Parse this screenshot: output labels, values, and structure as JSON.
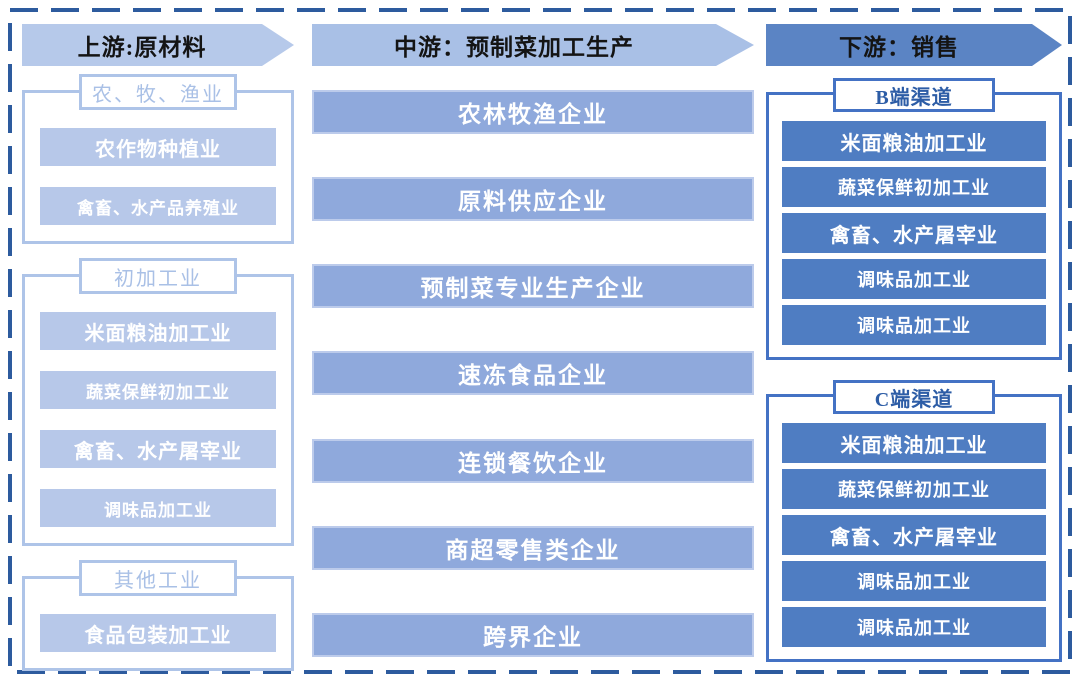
{
  "palette": {
    "outer_dash_border": "#2d5b9e",
    "upstream_header_fill": "#b6c9ea",
    "upstream_item_fill": "#b7c8e9",
    "upstream_box_border": "#aec4e8",
    "upstream_title_text": "#a9c0e6",
    "midstream_header_fill": "#a9c0e6",
    "midstream_item_fill": "#8fa9dc",
    "midstream_item_border": "#bccbeb",
    "downstream_header_fill": "#5b84c4",
    "downstream_item_fill": "#4f7dc2",
    "downstream_box_border": "#4472c4",
    "downstream_title_text": "#2d5da6",
    "header_text": "#141414",
    "item_text": "#ffffff"
  },
  "columns": {
    "upstream": {
      "header": "上游:原材料",
      "groups": [
        {
          "title": "农、牧、渔业",
          "items": [
            "农作物种植业",
            "禽畜、水产品养殖业"
          ]
        },
        {
          "title": "初加工业",
          "items": [
            "米面粮油加工业",
            "蔬菜保鲜初加工业",
            "禽畜、水产屠宰业",
            "调味品加工业"
          ]
        },
        {
          "title": "其他工业",
          "items": [
            "食品包装加工业"
          ]
        }
      ]
    },
    "midstream": {
      "header": "中游：预制菜加工生产",
      "items": [
        "农林牧渔企业",
        "原料供应企业",
        "预制菜专业生产企业",
        "速冻食品企业",
        "连锁餐饮企业",
        "商超零售类企业",
        "跨界企业"
      ]
    },
    "downstream": {
      "header": "下游：销售",
      "groups": [
        {
          "title": "B端渠道",
          "items": [
            "米面粮油加工业",
            "蔬菜保鲜初加工业",
            "禽畜、水产屠宰业",
            "调味品加工业",
            "调味品加工业"
          ]
        },
        {
          "title": "C端渠道",
          "items": [
            "米面粮油加工业",
            "蔬菜保鲜初加工业",
            "禽畜、水产屠宰业",
            "调味品加工业",
            "调味品加工业"
          ]
        }
      ]
    }
  }
}
